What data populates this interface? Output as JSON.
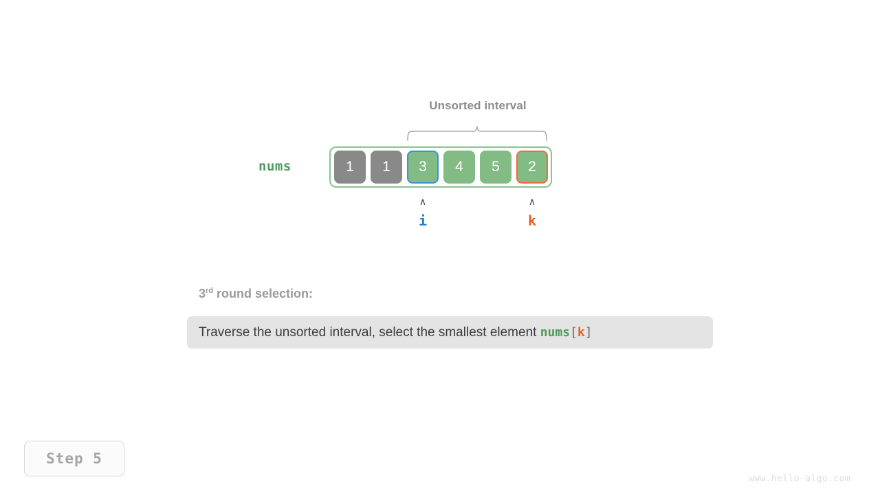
{
  "diagram": {
    "interval_label": "Unsorted interval",
    "array_name": "nums",
    "cells": [
      {
        "value": "1",
        "state": "sorted"
      },
      {
        "value": "1",
        "state": "sorted"
      },
      {
        "value": "3",
        "state": "unsorted",
        "highlight": "i"
      },
      {
        "value": "4",
        "state": "unsorted"
      },
      {
        "value": "5",
        "state": "unsorted"
      },
      {
        "value": "2",
        "state": "unsorted",
        "highlight": "k"
      }
    ],
    "pointers": [
      {
        "name": "i",
        "label": "i",
        "caret": "∧",
        "index": 2,
        "color": "#2a7fc9"
      },
      {
        "name": "k",
        "label": "k",
        "caret": "∧",
        "index": 5,
        "color": "#ec5d23"
      }
    ],
    "colors": {
      "sorted_cell": "#898989",
      "unsorted_cell": "#82bb83",
      "interval_border": "#8bc48f",
      "pointer_i": "#2a7fc9",
      "pointer_k": "#ec5d23",
      "code_green": "#4f9a5f",
      "muted_text": "#9a9a9a"
    }
  },
  "round": {
    "ordinal_number": "3",
    "ordinal_suffix": "rd",
    "heading_rest": " round selection:"
  },
  "description": {
    "prefix": "Traverse the unsorted interval, select the smallest element ",
    "code_name": "nums",
    "bracket_open": "[",
    "code_index": "k",
    "bracket_close": "]"
  },
  "footer": {
    "step_label": "Step 5",
    "watermark": "www.hello-algo.com"
  }
}
